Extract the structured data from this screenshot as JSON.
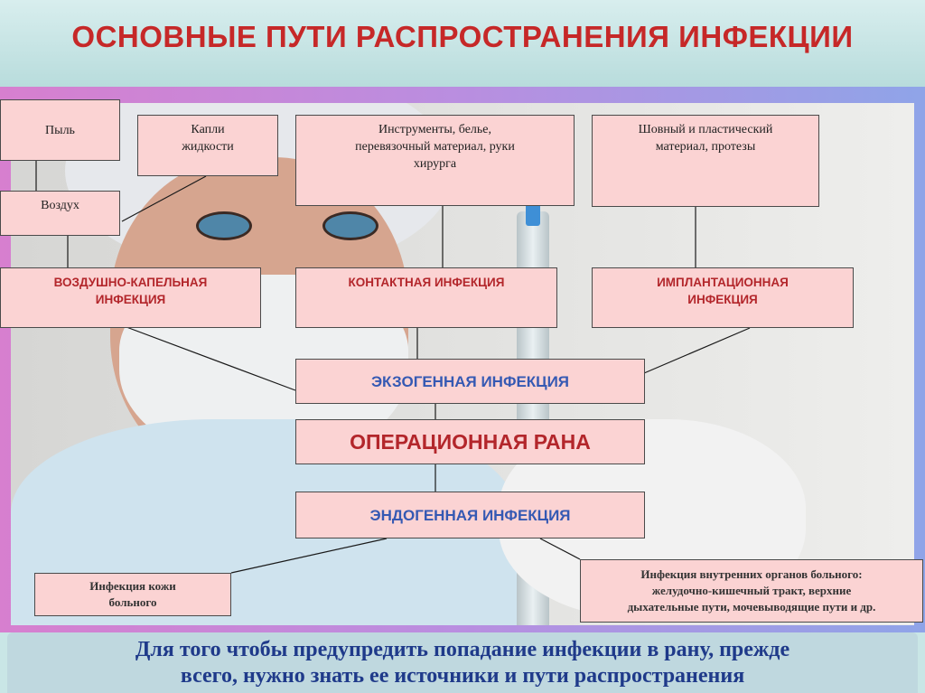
{
  "title": "ОСНОВНЫЕ ПУТИ РАСПРОСТРАНЕНИЯ ИНФЕКЦИИ",
  "nodes": {
    "dust": "Пыль",
    "drops": [
      "Капли",
      "жидкости"
    ],
    "air": "Воздух",
    "instruments": [
      "Инструменты, белье,",
      "перевязочный материал, руки",
      "хирурга"
    ],
    "suture": [
      "Шовный и пластический",
      "материал, протезы"
    ],
    "airborne": [
      "ВОЗДУШНО-КАПЕЛЬНАЯ",
      "ИНФЕКЦИЯ"
    ],
    "contact": "КОНТАКТНАЯ ИНФЕКЦИЯ",
    "implant": [
      "ИМПЛАНТАЦИОННАЯ",
      "ИНФЕКЦИЯ"
    ],
    "exogenous": "ЭКЗОГЕННАЯ ИНФЕКЦИЯ",
    "wound": "ОПЕРАЦИОННАЯ РАНА",
    "endogenous": "ЭНДОГЕННАЯ ИНФЕКЦИЯ",
    "skin": [
      "Инфекция кожи",
      "больного"
    ],
    "internal": [
      "Инфекция внутренних органов больного:",
      "желудочно-кишечный тракт, верхние",
      "дыхательные пути, мочевыводящие пути и др."
    ]
  },
  "footer": [
    "Для того чтобы предупредить попадание инфекции в рану, прежде",
    "всего, нужно знать ее источники и пути распространения"
  ],
  "colors": {
    "title": "#c62828",
    "node_fill": "#fbd3d3",
    "category_text": "#b3262b",
    "infection_text": "#3559b3",
    "footer_text": "#1f3a8a"
  }
}
